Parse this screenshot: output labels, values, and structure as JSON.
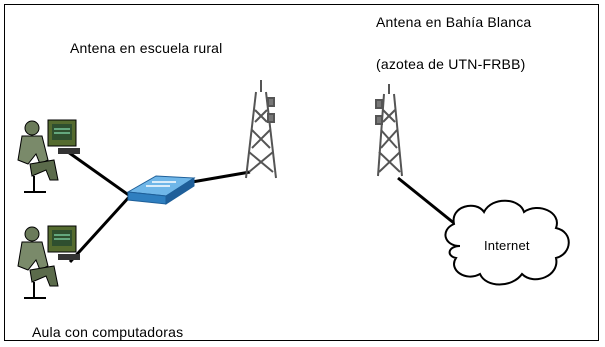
{
  "labels": {
    "rural_antenna": "Antena en escuela rural",
    "city_antenna_line1": "Antena en Bahía Blanca",
    "city_antenna_line2": "(azotea de UTN-FRBB)",
    "classroom": "Aula con computadoras",
    "internet": "Internet"
  },
  "icons": [
    "computer-user-icon",
    "network-switch-icon",
    "antenna-tower-icon",
    "internet-cloud-icon"
  ],
  "colors": {
    "switch": "#3a8fd0",
    "tower": "#5a5a5a",
    "line": "#000000"
  }
}
